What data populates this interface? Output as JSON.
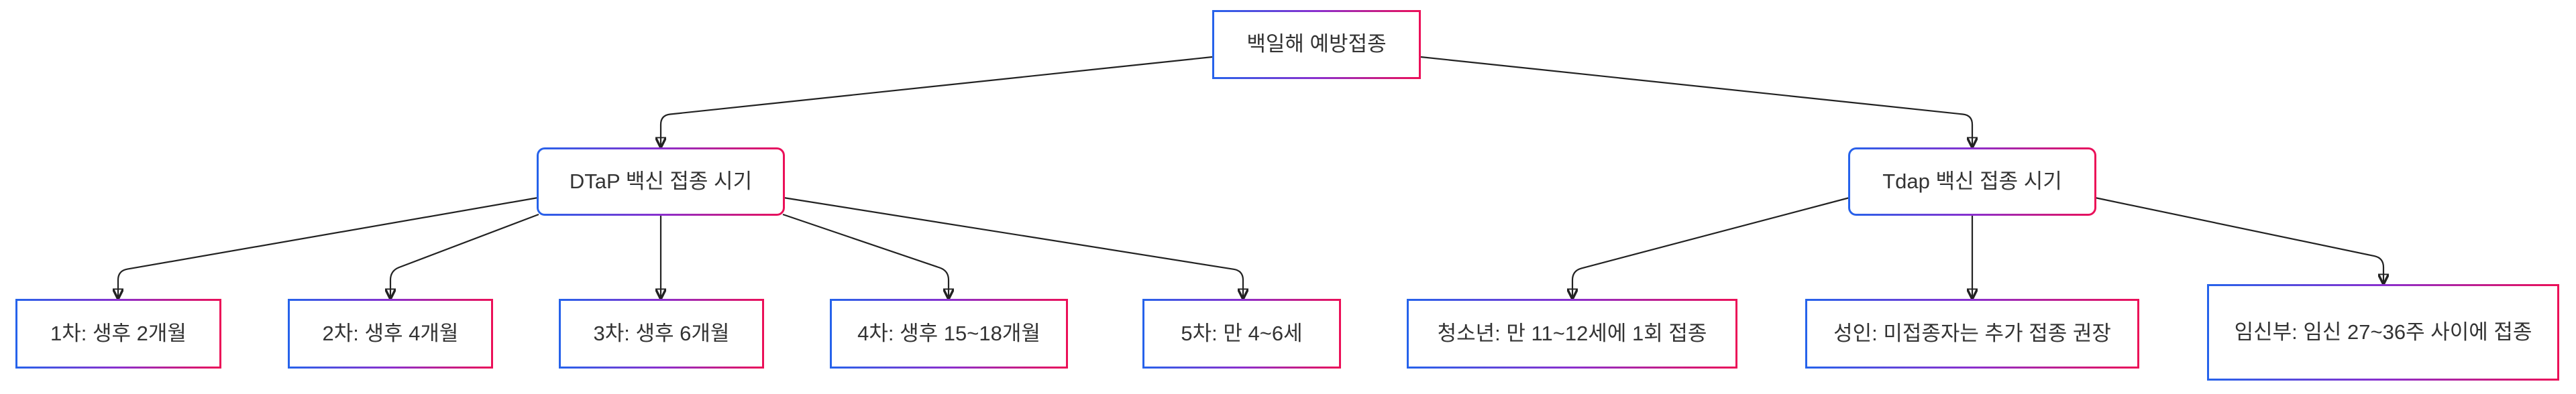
{
  "diagram": {
    "type": "flowchart-top-down",
    "subject": "pertussis-vaccination-schedule",
    "background": "#ffffff",
    "edge_color": "#222222",
    "text_color": "#333333",
    "node_fill": "#ffffff",
    "border_gradient": {
      "left": "#2563eb",
      "mid": "#8a2fce",
      "right": "#ec0f57"
    },
    "root": {
      "label": "백일해 예방접종"
    },
    "branches": [
      {
        "label": "DTaP 백신 접종 시기",
        "children": [
          {
            "label": "1차: 생후 2개월"
          },
          {
            "label": "2차: 생후 4개월"
          },
          {
            "label": "3차: 생후 6개월"
          },
          {
            "label": "4차: 생후 15~18개월"
          },
          {
            "label": "5차: 만 4~6세"
          }
        ]
      },
      {
        "label": "Tdap 백신 접종 시기",
        "children": [
          {
            "label": "청소년: 만 11~12세에 1회 접종"
          },
          {
            "label": "성인: 미접종자는 추가 접종 권장"
          },
          {
            "label": "임신부: 임신 27~36주 사이에 접종"
          }
        ]
      }
    ]
  }
}
